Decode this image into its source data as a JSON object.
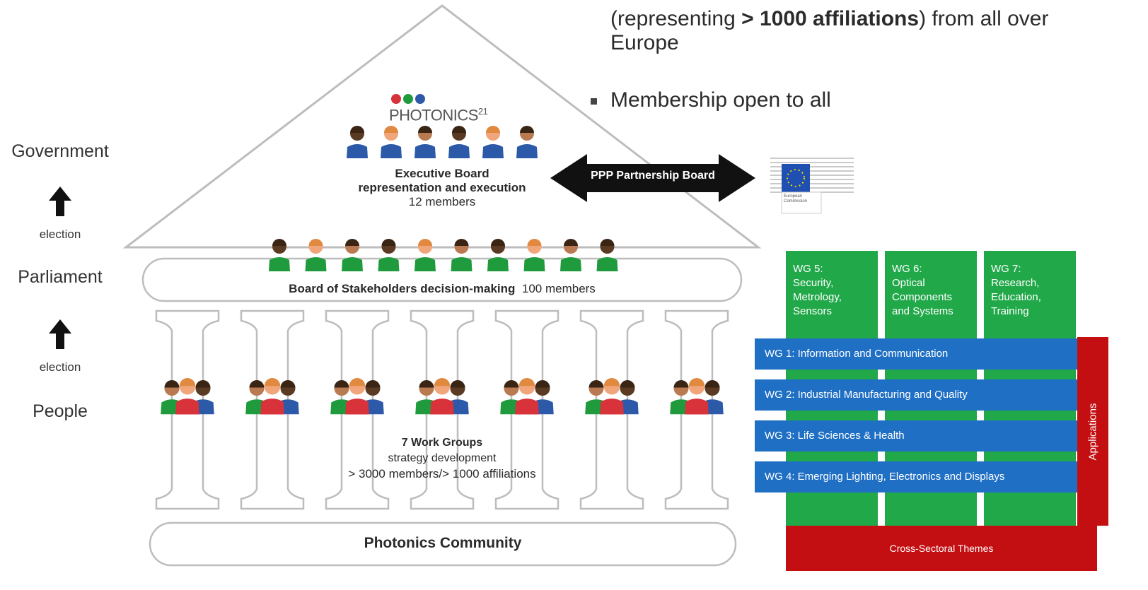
{
  "bullets": {
    "line1_prefix": "(representing ",
    "line1_bold": "> 1000 affiliations",
    "line1_suffix": ") from all over",
    "line2": "Europe",
    "line3": "Membership open to all"
  },
  "side_labels": {
    "government": "Government",
    "election_top": "election",
    "parliament": "Parliament",
    "election_bottom": "election",
    "people": "People"
  },
  "house": {
    "logo_text": "PHOTONICS",
    "logo_sup": "21",
    "exec_title": "Executive Board",
    "exec_sub": "representation and execution",
    "exec_members": "12 members",
    "board_bold": "Board of Stakeholders decision-making",
    "board_members": "100 members",
    "wg_title": "7 Work Groups",
    "wg_sub": "strategy development",
    "wg_members": "> 3000 members/> 1000 affiliations",
    "community": "Photonics Community"
  },
  "ppp": {
    "label": "PPP Partnership Board",
    "ec_label1": "European",
    "ec_label2": "Commission"
  },
  "colors": {
    "green": "#21a849",
    "blue": "#1f6fc4",
    "red": "#c40f12",
    "person_green": "#1f9a3c",
    "person_blue": "#2d5aa8",
    "person_red": "#d8323b"
  },
  "wg_columns": [
    {
      "lines": [
        "WG 5:",
        "Security,",
        "Metrology,",
        "Sensors"
      ]
    },
    {
      "lines": [
        "WG 6:",
        "Optical",
        "Components",
        "and Systems"
      ]
    },
    {
      "lines": [
        "WG 7:",
        "Research,",
        "Education,",
        "Training"
      ]
    }
  ],
  "wg_rows": [
    "WG 1: Information and Communication",
    "WG 2: Industrial Manufacturing and Quality",
    "WG 3: Life Sciences & Health",
    "WG 4: Emerging Lighting, Electronics and Displays"
  ],
  "applications": "Applications",
  "cross_sectoral": "Cross-Sectoral Themes"
}
